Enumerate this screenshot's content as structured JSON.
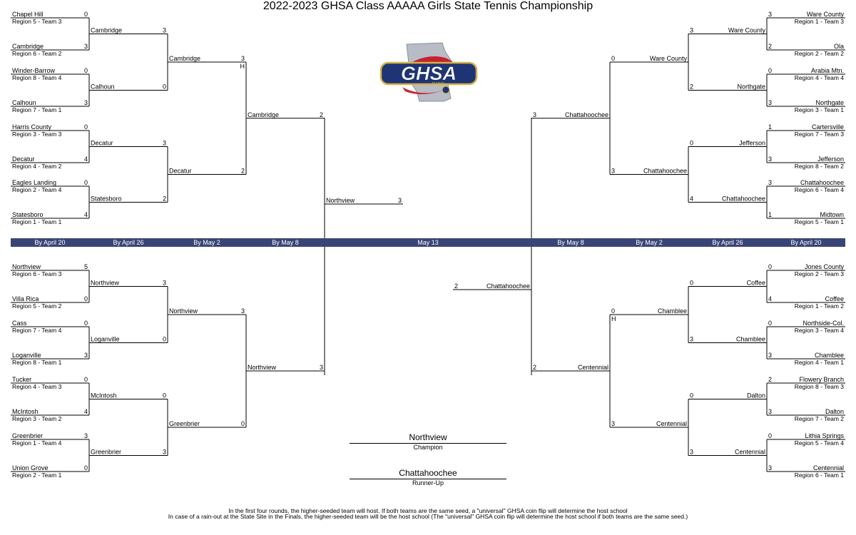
{
  "title": "2022-2023 GHSA Class AAAAA Girls State Tennis Championship",
  "logo": {
    "text": "GHSA",
    "subtext": "TENNIS",
    "colors": {
      "navy": "#1f3474",
      "red": "#c8202f",
      "gold": "#d4b24a",
      "gray": "#b8bcc4"
    }
  },
  "round_bar": {
    "color": "#3a4577",
    "labels": [
      "By April 20",
      "By April 26",
      "By May 2",
      "By May 8",
      "May 13",
      "By May 8",
      "By May 2",
      "By April 26",
      "By April 20"
    ]
  },
  "left_top": {
    "r1": [
      {
        "team": "Chapel Hill",
        "seed": "Region 5 - Team 3",
        "score": "0"
      },
      {
        "team": "Cambridge",
        "seed": "Region 6 - Team 2",
        "score": "3"
      },
      {
        "team": "Winder-Barrow",
        "seed": "Region 8 - Team 4",
        "score": "0"
      },
      {
        "team": "Calhoun",
        "seed": "Region 7 - Team 1",
        "score": "3"
      },
      {
        "team": "Harris County",
        "seed": "Region 3 - Team 3",
        "score": "0"
      },
      {
        "team": "Decatur",
        "seed": "Region 4 - Team 2",
        "score": "4"
      },
      {
        "team": "Eagles Landing",
        "seed": "Region 2 - Team 4",
        "score": "0"
      },
      {
        "team": "Statesboro",
        "seed": "Region 1 - Team 1",
        "score": "4"
      }
    ],
    "r2": [
      {
        "team": "Cambridge",
        "score": "3"
      },
      {
        "team": "Calhoun",
        "score": "0"
      },
      {
        "team": "Decatur",
        "score": "3"
      },
      {
        "team": "Statesboro",
        "score": "2"
      }
    ],
    "r3": [
      {
        "team": "Cambridge",
        "score": "3",
        "host": "H"
      },
      {
        "team": "Decatur",
        "score": "2"
      }
    ],
    "r4": [
      {
        "team": "Cambridge",
        "score": "2"
      }
    ]
  },
  "left_bottom": {
    "r1": [
      {
        "team": "Northview",
        "seed": "Region 6 - Team 3",
        "score": "5"
      },
      {
        "team": "Villa Rica",
        "seed": "Region 5 - Team 2",
        "score": "0"
      },
      {
        "team": "Cass",
        "seed": "Region 7 - Team 4",
        "score": "0"
      },
      {
        "team": "Loganville",
        "seed": "Region 8 - Team 1",
        "score": "3"
      },
      {
        "team": "Tucker",
        "seed": "Region 4 - Team 3",
        "score": "0"
      },
      {
        "team": "McIntosh",
        "seed": "Region 3 - Team 2",
        "score": "4"
      },
      {
        "team": "Greenbrier",
        "seed": "Region 1 - Team 4",
        "score": "3"
      },
      {
        "team": "Union Grove",
        "seed": "Region 2 - Team 1",
        "score": "0"
      }
    ],
    "r2": [
      {
        "team": "Northview",
        "score": "3"
      },
      {
        "team": "Loganville",
        "score": "0"
      },
      {
        "team": "McIntosh",
        "score": "0"
      },
      {
        "team": "Greenbrier",
        "score": "3"
      }
    ],
    "r3": [
      {
        "team": "Northview",
        "score": "3"
      },
      {
        "team": "Greenbrier",
        "score": "0"
      }
    ],
    "r4": [
      {
        "team": "Northview",
        "score": "3"
      }
    ]
  },
  "right_top": {
    "r1": [
      {
        "team": "Ware County",
        "seed": "Region 1 - Team 3",
        "score": "3"
      },
      {
        "team": "Ola",
        "seed": "Region 2 - Team 2",
        "score": "2"
      },
      {
        "team": "Arabia Mtn.",
        "seed": "Region 4 - Team 4",
        "score": "0"
      },
      {
        "team": "Northgate",
        "seed": "Region 3 - Team 1",
        "score": "3"
      },
      {
        "team": "Cartersville",
        "seed": "Region 7 - Team 3",
        "score": "1"
      },
      {
        "team": "Jefferson",
        "seed": "Region 8 - Team 2",
        "score": "3"
      },
      {
        "team": "Chattahoochee",
        "seed": "Region 6 - Team 4",
        "score": "3"
      },
      {
        "team": "Midtown",
        "seed": "Region 5 - Team 1",
        "score": "1"
      }
    ],
    "r2": [
      {
        "team": "Ware County",
        "score": "3"
      },
      {
        "team": "Northgate",
        "score": "2"
      },
      {
        "team": "Jefferson",
        "score": "0"
      },
      {
        "team": "Chattahoochee",
        "score": "4"
      }
    ],
    "r3": [
      {
        "team": "Ware County",
        "score": "0"
      },
      {
        "team": "Chattahoochee",
        "score": "3"
      }
    ],
    "r4": [
      {
        "team": "Chattahoochee",
        "score": "3"
      }
    ]
  },
  "right_bottom": {
    "r1": [
      {
        "team": "Jones County",
        "seed": "Region 2 - Team 3",
        "score": "0"
      },
      {
        "team": "Coffee",
        "seed": "Region 1 - Team 2",
        "score": "4"
      },
      {
        "team": "Northside-Col.",
        "seed": "Region 3 - Team 4",
        "score": "0"
      },
      {
        "team": "Chamblee",
        "seed": "Region 4 - Team 1",
        "score": "3"
      },
      {
        "team": "Flowery Branch",
        "seed": "Region 8 - Team 3",
        "score": "2"
      },
      {
        "team": "Dalton",
        "seed": "Region 7 - Team 2",
        "score": "3"
      },
      {
        "team": "Lithia Springs",
        "seed": "Region 5 - Team 4",
        "score": "0"
      },
      {
        "team": "Centennial",
        "seed": "Region 6 - Team 1",
        "score": "3"
      }
    ],
    "r2": [
      {
        "team": "Coffee",
        "score": "0"
      },
      {
        "team": "Chamblee",
        "score": "3"
      },
      {
        "team": "Dalton",
        "score": "0"
      },
      {
        "team": "Centennial",
        "score": "3"
      }
    ],
    "r3": [
      {
        "team": "Chamblee",
        "score": "0",
        "host": "H"
      },
      {
        "team": "Centennial",
        "score": "3"
      }
    ],
    "r4": [
      {
        "team": "Centennial",
        "score": "2"
      }
    ]
  },
  "semis": {
    "left": {
      "team": "Northview",
      "score": "3"
    },
    "right": {
      "team": "Chattahoochee",
      "score": "2"
    }
  },
  "champion": {
    "team": "Northview",
    "label": "Champion"
  },
  "runner_up": {
    "team": "Chattahoochee",
    "label": "Runner-Up"
  },
  "footer": [
    "In the first four rounds, the higher-seeded team will host.  If both teams are the same seed, a \"universal\" GHSA coin flip will determine the host school",
    "In case of a rain-out at the State Site in the Finals, the higher-seeded team will be the host school (The \"universal\" GHSA coin flip will determine the host school if both teams are the same seed.)"
  ]
}
